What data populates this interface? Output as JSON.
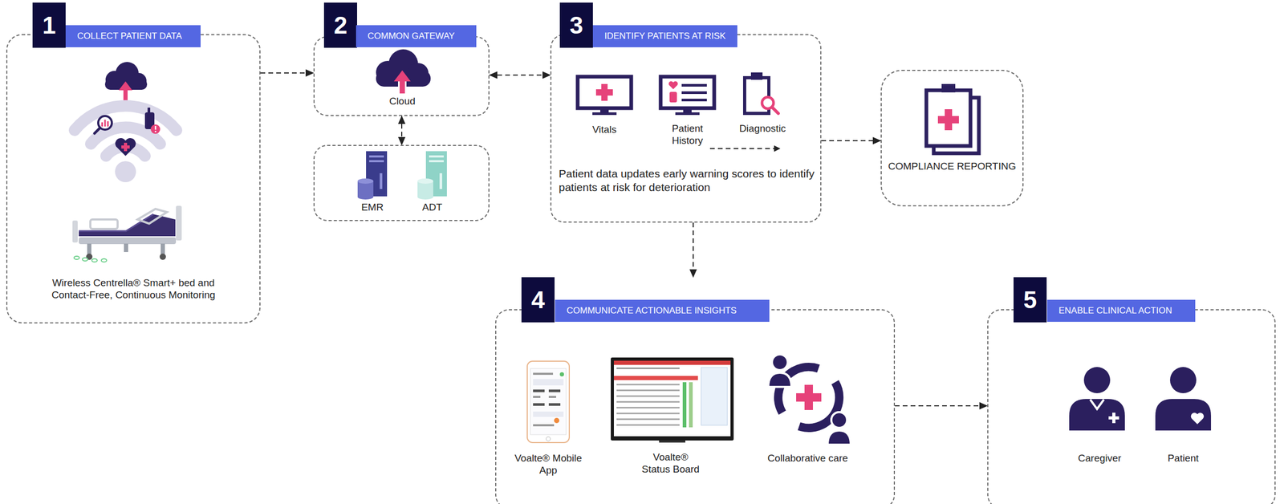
{
  "diagram": {
    "nodes": [
      {
        "text": [
          "1",
          "COLLECT PATIENT DATA",
          "Wireless Centrella® Smart+ bed and Contact-Free, Continuous Monitoring"
        ]
      },
      {
        "text": [
          "2",
          "COMMON GATEWAY",
          "Cloud"
        ]
      },
      {
        "text": [
          "EMR",
          "ADT"
        ]
      },
      {
        "text": [
          "3",
          "IDENTIFY PATIENTS AT RISK",
          "Vitals",
          "Patient History",
          "Diagnostic",
          "Patient data updates early warning scores to identify patients at risk for deterioration"
        ]
      },
      {
        "text": [
          "COMPLIANCE REPORTING"
        ]
      },
      {
        "text": [
          "4",
          "COMMUNICATE ACTIONABLE INSIGHTS",
          "Voalte® Mobile App",
          "Voalte® Status Board",
          "Collaborative care"
        ]
      },
      {
        "text": [
          "5",
          "ENABLE CLINICAL ACTION",
          "Caregiver",
          "Patient"
        ]
      }
    ],
    "edges": [
      {
        "from": 0,
        "to": 1,
        "arrow": "to"
      },
      {
        "from": 1,
        "to": 3,
        "arrow": "both"
      },
      {
        "from": 1,
        "to": 2,
        "arrow": "both"
      },
      {
        "from": 3,
        "to": 4,
        "arrow": "to"
      },
      {
        "from": 3,
        "to": 5,
        "arrow": "to"
      },
      {
        "from": 5,
        "to": 6,
        "arrow": "to"
      }
    ]
  }
}
